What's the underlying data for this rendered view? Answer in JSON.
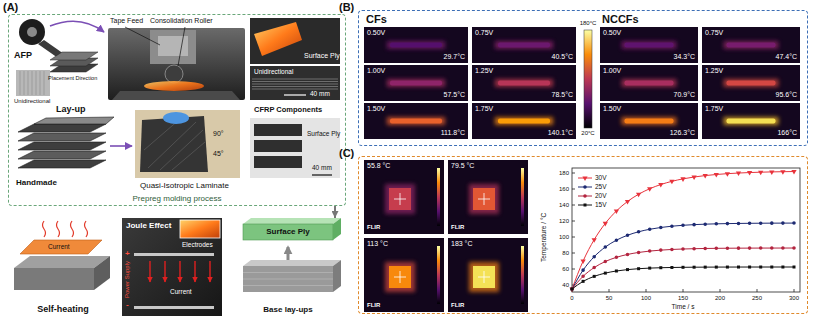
{
  "diagram": {
    "nodes": [
      {
        "text": [
          "(A)",
          "Prepreg molding process"
        ]
      },
      {
        "text": [
          "Self-heating"
        ]
      },
      {
        "text": [
          "Joule Effect"
        ]
      },
      {
        "text": [
          "Surface Ply",
          "Base lay-ups"
        ]
      },
      {
        "text": [
          "(B)"
        ]
      },
      {
        "text": [
          "(C)"
        ]
      }
    ],
    "edges": [
      {
        "from": 0,
        "to": 3,
        "arrow": "to"
      }
    ],
    "labels": [
      "AFP",
      "Tape Feed",
      "Consolidation Roller",
      "Placement Direction",
      "Lay-up",
      "Unidirectional",
      "Surface Ply",
      "Unidirectional",
      "40 mm",
      "Handmade",
      "Quasi-Isotropic Laminate",
      "CFRP Components",
      "90°",
      "45°",
      "Surface Ply",
      "40 mm",
      "Current",
      "Electrodes",
      "+",
      "-",
      "Power Supply",
      "Current",
      "CFs",
      "NCCFs",
      "180°C",
      "20°C",
      "0.50V",
      "29.7°C",
      "0.75V",
      "40.5°C",
      "1.00V",
      "57.5°C",
      "1.25V",
      "78.5°C",
      "1.50V",
      "111.8°C",
      "1.75V",
      "140.1°C",
      "0.50V",
      "34.3°C",
      "0.75V",
      "47.4°C",
      "1.00V",
      "70.9°C",
      "1.25V",
      "95.6°C",
      "1.50V",
      "126.3°C",
      "1.75V",
      "166°C",
      "55.8 °C",
      "FLIR",
      "79.5 °C",
      "FLIR",
      "113 °C",
      "FLIR",
      "183 °C",
      "FLIR",
      "Temperature / °C",
      "Time / s",
      "0",
      "50",
      "100",
      "150",
      "200",
      "250",
      "300",
      "40",
      "60",
      "80",
      "100",
      "120",
      "140",
      "160",
      "180"
    ],
    "legend": [
      {
        "text": "30V"
      },
      {
        "text": "25V"
      },
      {
        "text": "20V"
      },
      {
        "text": "15V"
      }
    ]
  }
}
